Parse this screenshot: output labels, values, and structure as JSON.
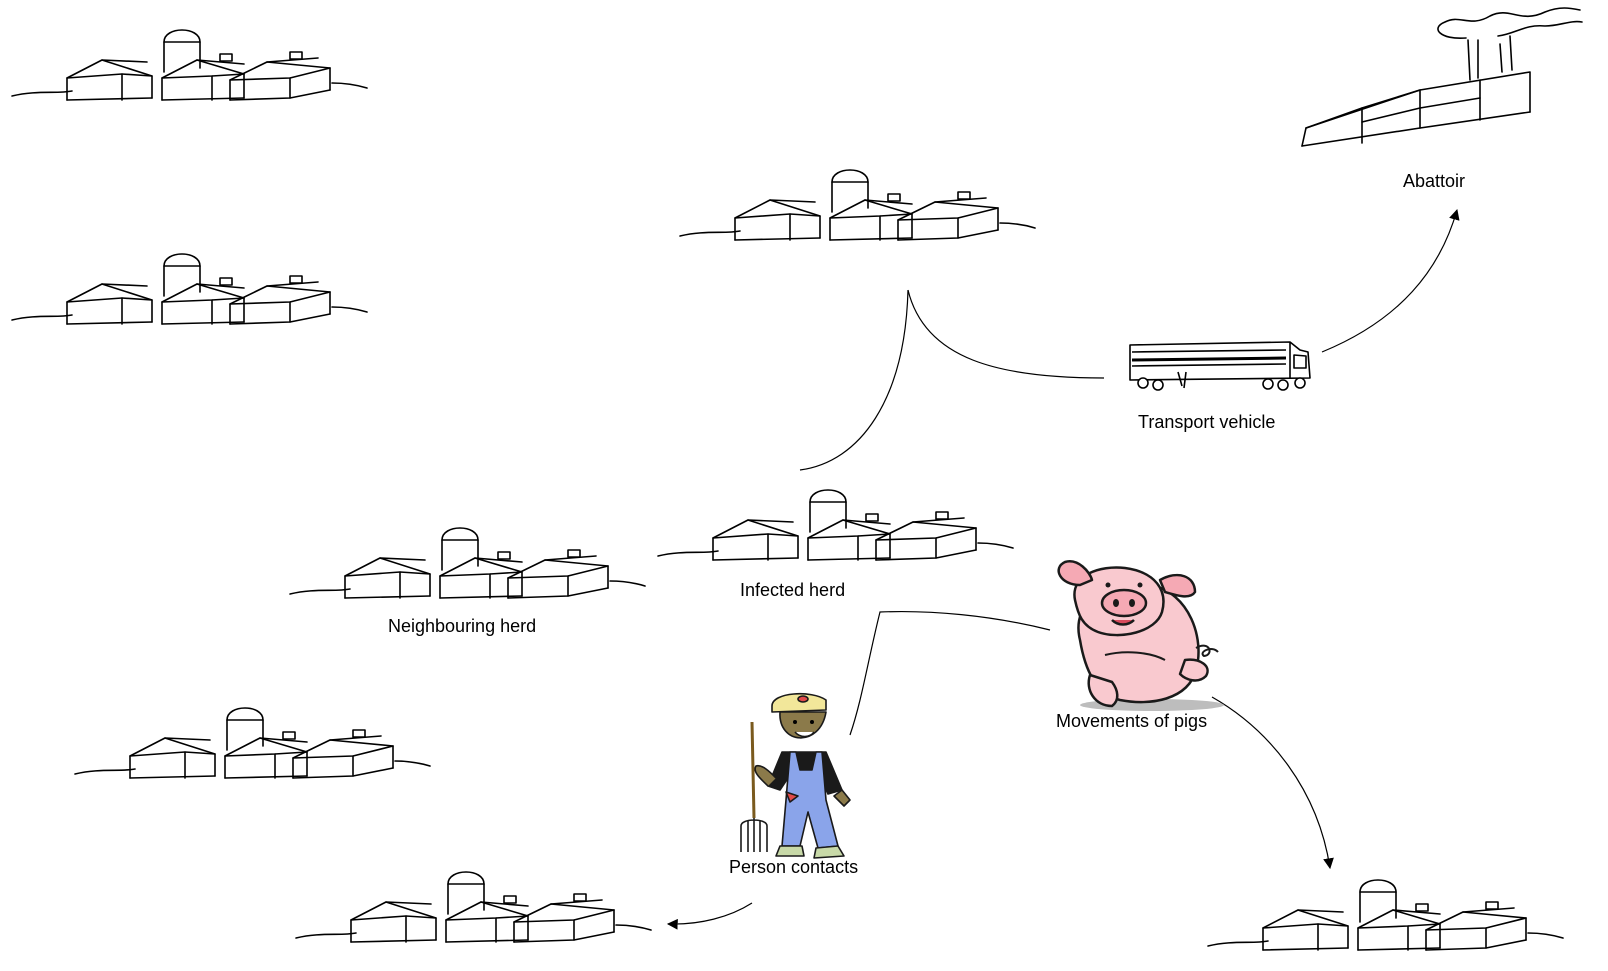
{
  "labels": {
    "abattoir": "Abattoir",
    "transport_vehicle": "Transport vehicle",
    "infected_herd": "Infected herd",
    "neighbouring_herd": "Neighbouring herd",
    "movements_of_pigs": "Movements of pigs",
    "person_contacts": "Person contacts"
  },
  "icons": {
    "farm": "farm-icon",
    "abattoir": "factory-icon",
    "truck": "truck-icon",
    "pig": "pig-icon",
    "farmer": "farmer-icon"
  },
  "colors": {
    "stroke": "#000000",
    "pig_body": "#f9c9cf",
    "pig_outline": "#1a1a1a",
    "overalls": "#8aa4ea",
    "skin": "#8b7a4a",
    "cap": "#f2e79a"
  }
}
